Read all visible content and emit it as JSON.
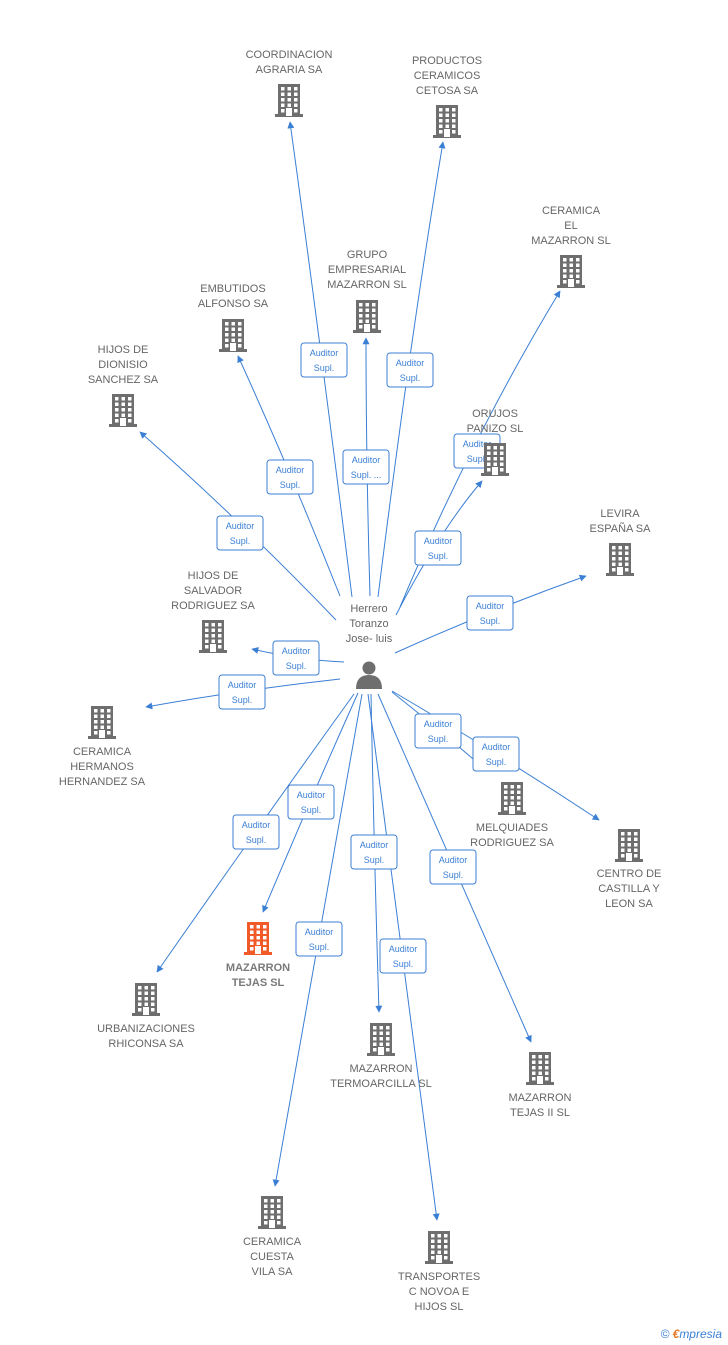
{
  "center": {
    "name": [
      "Herrero",
      "Toranzo",
      "Jose- luis"
    ]
  },
  "edge_label": [
    "Auditor",
    "Supl."
  ],
  "colors": {
    "edge": "#3b7fd4",
    "building": "#6e6e6e",
    "highlight": "#f05a28",
    "person": "#6e6e6e"
  },
  "nodes": [
    {
      "id": "coordinacion",
      "label": [
        "COORDINACION",
        "AGRARIA SA"
      ]
    },
    {
      "id": "productos",
      "label": [
        "PRODUCTOS",
        "CERAMICOS",
        "CETOSA SA"
      ]
    },
    {
      "id": "ceramica-el-mazarron",
      "label": [
        "CERAMICA",
        "EL",
        "MAZARRON SL"
      ]
    },
    {
      "id": "grupo",
      "label": [
        "GRUPO",
        "EMPRESARIAL",
        "MAZARRON SL"
      ]
    },
    {
      "id": "embutidos",
      "label": [
        "EMBUTIDOS",
        "ALFONSO SA"
      ]
    },
    {
      "id": "hijos-dionisio",
      "label": [
        "HIJOS DE",
        "DIONISIO",
        "SANCHEZ SA"
      ]
    },
    {
      "id": "orujos",
      "label": [
        "ORUJOS",
        "PANIZO  SL"
      ]
    },
    {
      "id": "levira",
      "label": [
        "LEVIRA",
        "ESPAÑA SA"
      ]
    },
    {
      "id": "hijos-salvador",
      "label": [
        "HIJOS DE",
        "SALVADOR",
        "RODRIGUEZ SA"
      ]
    },
    {
      "id": "ceramica-hermanos",
      "label": [
        "CERAMICA",
        "HERMANOS",
        "HERNANDEZ SA"
      ]
    },
    {
      "id": "melquiades",
      "label": [
        "MELQUIADES",
        "RODRIGUEZ SA"
      ]
    },
    {
      "id": "centro-castilla",
      "label": [
        "CENTRO DE",
        "CASTILLA Y",
        "LEON SA"
      ]
    },
    {
      "id": "mazarron-tejas",
      "label": [
        "MAZARRON",
        "TEJAS SL"
      ],
      "highlight": true
    },
    {
      "id": "urbanizaciones",
      "label": [
        "URBANIZACIONES",
        "RHICONSA SA"
      ]
    },
    {
      "id": "mazarron-termoarcilla",
      "label": [
        "MAZARRON",
        "TERMOARCILLA SL"
      ]
    },
    {
      "id": "mazarron-tejas-ii",
      "label": [
        "MAZARRON",
        "TEJAS II SL"
      ]
    },
    {
      "id": "ceramica-cuesta",
      "label": [
        "CERAMICA",
        "CUESTA",
        "VILA SA"
      ]
    },
    {
      "id": "transportes",
      "label": [
        "TRANSPORTES",
        "C NOVOA E",
        "HIJOS SL"
      ]
    }
  ],
  "edges": [
    {
      "to": "coordinacion",
      "label": [
        "Auditor",
        "Supl."
      ]
    },
    {
      "to": "productos",
      "label": [
        "Auditor",
        "Supl."
      ]
    },
    {
      "to": "ceramica-el-mazarron",
      "label": [
        "Auditor",
        "Supl."
      ]
    },
    {
      "to": "grupo",
      "label": [
        "Auditor",
        "Supl. ..."
      ]
    },
    {
      "to": "embutidos",
      "label": [
        "Auditor",
        "Supl."
      ]
    },
    {
      "to": "hijos-dionisio",
      "label": [
        "Auditor",
        "Supl."
      ]
    },
    {
      "to": "orujos",
      "label": [
        "Auditor",
        "Supl."
      ]
    },
    {
      "to": "levira",
      "label": [
        "Auditor",
        "Supl."
      ]
    },
    {
      "to": "hijos-salvador",
      "label": [
        "Auditor",
        "Supl."
      ]
    },
    {
      "to": "ceramica-hermanos",
      "label": [
        "Auditor",
        "Supl."
      ]
    },
    {
      "to": "melquiades",
      "label": [
        "Auditor",
        "Supl."
      ]
    },
    {
      "to": "centro-castilla",
      "label": [
        "Auditor",
        "Supl."
      ]
    },
    {
      "to": "mazarron-tejas",
      "label": [
        "Auditor",
        "Supl."
      ]
    },
    {
      "to": "urbanizaciones",
      "label": [
        "Auditor",
        "Supl."
      ]
    },
    {
      "to": "mazarron-termoarcilla",
      "label": [
        "Auditor",
        "Supl."
      ]
    },
    {
      "to": "mazarron-tejas-ii",
      "label": [
        "Auditor",
        "Supl."
      ]
    },
    {
      "to": "ceramica-cuesta",
      "label": [
        "Auditor",
        "Supl."
      ]
    },
    {
      "to": "transportes",
      "label": [
        "Auditor",
        "Supl."
      ]
    }
  ],
  "brand": {
    "copyright": "©",
    "e": "€",
    "rest": "mpresia"
  }
}
